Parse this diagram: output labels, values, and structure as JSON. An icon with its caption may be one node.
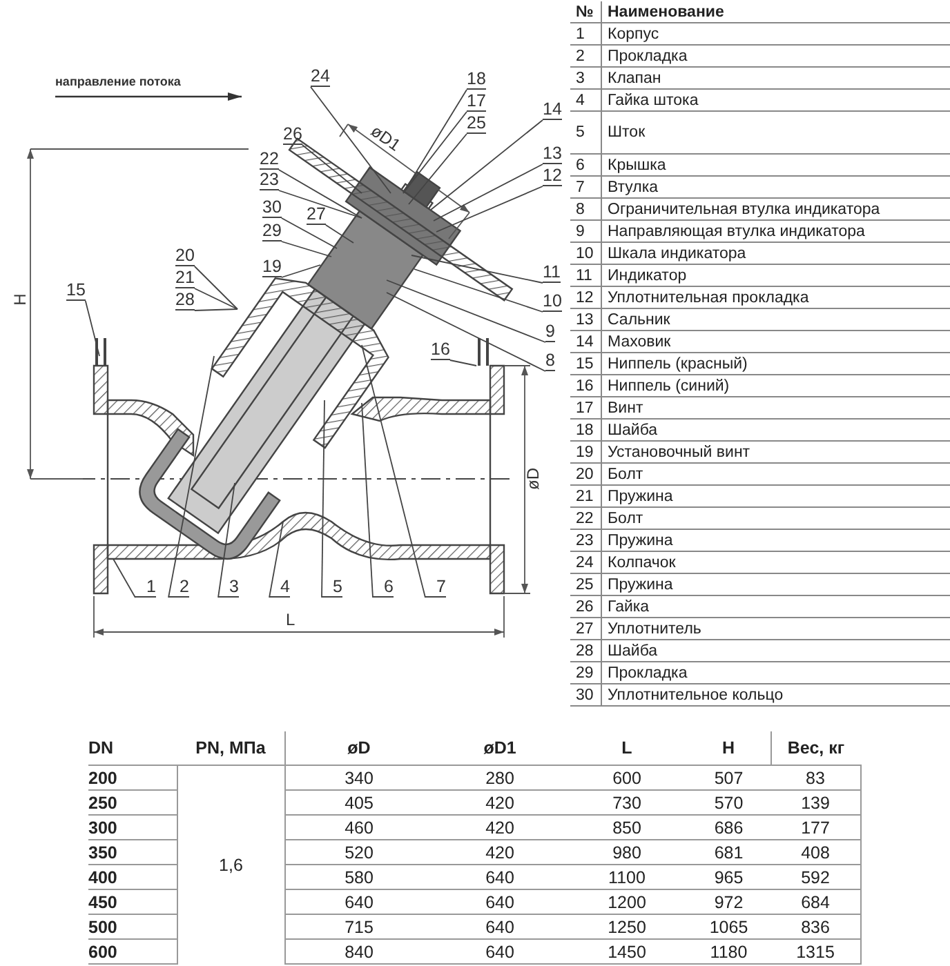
{
  "diagram": {
    "nodes": [
      {
        "text": [
          "24"
        ]
      },
      {
        "text": [
          "18"
        ]
      },
      {
        "text": [
          "17"
        ]
      },
      {
        "text": [
          "25"
        ]
      },
      {
        "text": [
          "14"
        ]
      },
      {
        "text": [
          "22"
        ]
      },
      {
        "text": [
          "23"
        ]
      },
      {
        "text": [
          "26"
        ]
      },
      {
        "text": [
          "13"
        ]
      },
      {
        "text": [
          "12"
        ]
      },
      {
        "text": [
          "30"
        ]
      },
      {
        "text": [
          "27"
        ]
      },
      {
        "text": [
          "29"
        ]
      },
      {
        "text": [
          "20"
        ]
      },
      {
        "text": [
          "19"
        ]
      },
      {
        "text": [
          "21"
        ]
      },
      {
        "text": [
          "11"
        ]
      },
      {
        "text": [
          "28"
        ]
      },
      {
        "text": [
          "10"
        ]
      },
      {
        "text": [
          "15"
        ]
      },
      {
        "text": [
          "9"
        ]
      },
      {
        "text": [
          "16"
        ]
      },
      {
        "text": [
          "8"
        ]
      },
      {
        "text": [
          "1"
        ]
      },
      {
        "text": [
          "2"
        ]
      },
      {
        "text": [
          "3"
        ]
      },
      {
        "text": [
          "4"
        ]
      },
      {
        "text": [
          "5"
        ]
      },
      {
        "text": [
          "6"
        ]
      },
      {
        "text": [
          "7"
        ]
      }
    ],
    "edges": [
      {
        "from": 0,
        "to": null,
        "arrow": "none"
      },
      {
        "from": 1,
        "to": null,
        "arrow": "none"
      },
      {
        "from": 2,
        "to": null,
        "arrow": "none"
      },
      {
        "from": 3,
        "to": null,
        "arrow": "none"
      },
      {
        "from": 4,
        "to": null,
        "arrow": "none"
      },
      {
        "from": 5,
        "to": null,
        "arrow": "none"
      },
      {
        "from": 6,
        "to": null,
        "arrow": "none"
      },
      {
        "from": 7,
        "to": null,
        "arrow": "none"
      },
      {
        "from": 8,
        "to": null,
        "arrow": "none"
      },
      {
        "from": 9,
        "to": null,
        "arrow": "none"
      },
      {
        "from": 10,
        "to": null,
        "arrow": "none"
      },
      {
        "from": 11,
        "to": null,
        "arrow": "none"
      },
      {
        "from": 12,
        "to": null,
        "arrow": "none"
      },
      {
        "from": 13,
        "to": null,
        "arrow": "none"
      },
      {
        "from": 14,
        "to": null,
        "arrow": "none"
      },
      {
        "from": 15,
        "to": null,
        "arrow": "none"
      },
      {
        "from": 16,
        "to": null,
        "arrow": "none"
      },
      {
        "from": 17,
        "to": null,
        "arrow": "none"
      },
      {
        "from": 18,
        "to": null,
        "arrow": "none"
      },
      {
        "from": 19,
        "to": null,
        "arrow": "none"
      },
      {
        "from": 20,
        "to": null,
        "arrow": "none"
      },
      {
        "from": 21,
        "to": null,
        "arrow": "none"
      },
      {
        "from": 22,
        "to": null,
        "arrow": "none"
      },
      {
        "from": 23,
        "to": null,
        "arrow": "none"
      },
      {
        "from": 24,
        "to": null,
        "arrow": "none"
      },
      {
        "from": 25,
        "to": null,
        "arrow": "none"
      },
      {
        "from": 26,
        "to": null,
        "arrow": "none"
      },
      {
        "from": 27,
        "to": null,
        "arrow": "none"
      },
      {
        "from": 28,
        "to": null,
        "arrow": "none"
      },
      {
        "from": 29,
        "to": null,
        "arrow": "none"
      }
    ],
    "labels": [
      "направление потока",
      "øD1",
      "H",
      "øD",
      "L",
      "№",
      "Наименование",
      "1",
      "Корпус",
      "2",
      "Прокладка",
      "3",
      "Клапан",
      "4",
      "Гайка штока",
      "5",
      "Шток",
      "6",
      "Крышка",
      "7",
      "Втулка",
      "8",
      "Ограничительная втулка индикатора",
      "9",
      "Направляющая втулка индикатора",
      "10",
      "Шкала индикатора",
      "11",
      "Индикатор",
      "12",
      "Уплотнительная прокладка",
      "13",
      "Сальник",
      "14",
      "Маховик",
      "15",
      "Ниппель (красный)",
      "16",
      "Ниппель (синий)",
      "17",
      "Винт",
      "18",
      "Шайба",
      "19",
      "Установочный винт",
      "20",
      "Болт",
      "21",
      "Пружина",
      "22",
      "Болт",
      "23",
      "Пружина",
      "24",
      "Колпачок",
      "25",
      "Пружина",
      "26",
      "Гайка",
      "27",
      "Уплотнитель",
      "28",
      "Шайба",
      "29",
      "Прокладка",
      "30",
      "Уплотнительное кольцо",
      "DN",
      "PN, МПа",
      "øD",
      "øD1",
      "L",
      "H",
      "Вес, кг",
      "200",
      "1,6",
      "340",
      "280",
      "600",
      "507",
      "83",
      "250",
      "405",
      "420",
      "730",
      "570",
      "139",
      "300",
      "460",
      "420",
      "850",
      "686",
      "177",
      "350",
      "520",
      "420",
      "980",
      "681",
      "408",
      "400",
      "580",
      "640",
      "1100",
      "965",
      "592",
      "450",
      "640",
      "640",
      "1200",
      "972",
      "684",
      "500",
      "715",
      "640",
      "1250",
      "1065",
      "836",
      "600",
      "840",
      "640",
      "1450",
      "1180",
      "1315"
    ]
  }
}
